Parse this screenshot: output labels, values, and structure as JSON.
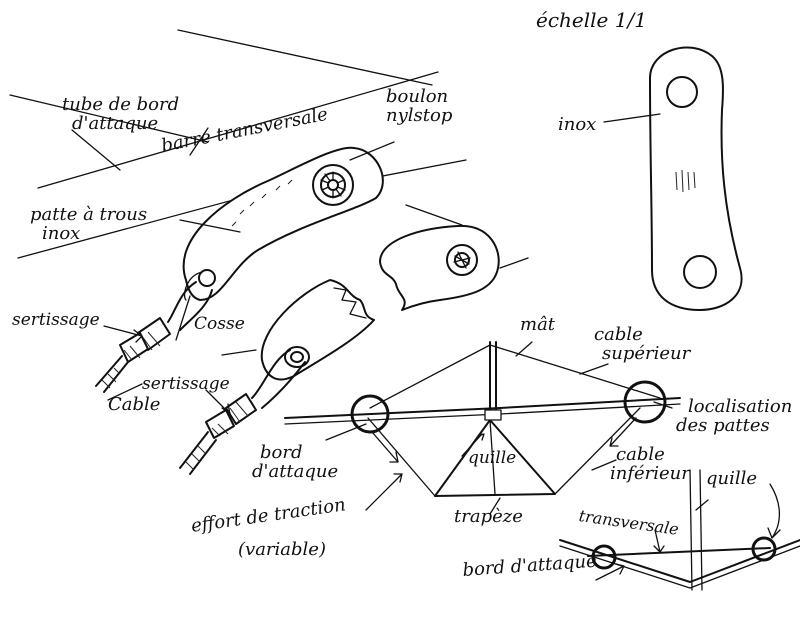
{
  "labels": {
    "scale": "échelle 1/1",
    "leading_edge_tube_line1": "tube de bord",
    "leading_edge_tube_line2": "d'attaque",
    "cross_bar": "barre transversale",
    "bolt_line1": "boulon",
    "bolt_line2": "nylstop",
    "tab_line1": "patte à trous",
    "tab_line2": "inox",
    "inox": "inox",
    "crimping_1": "sertissage",
    "crimping_2": "sertissage",
    "thimble": "Cosse",
    "cable": "Cable",
    "mast": "mât",
    "upper_cable_line1": "cable",
    "upper_cable_line2": "supérieur",
    "location_line1": "localisation",
    "location_line2": "des pattes",
    "leading_edge_line1": "bord",
    "leading_edge_line2": "d'attaque",
    "keel_center": "quille",
    "lower_cable_line1": "cable",
    "lower_cable_line2": "inférieur",
    "keel_right": "quille",
    "trapeze": "trapèze",
    "traction_line1": "effort de traction",
    "traction_line2": "(variable)",
    "transversal": "transversale",
    "leading_edge_bottom": "bord d'attaque"
  }
}
